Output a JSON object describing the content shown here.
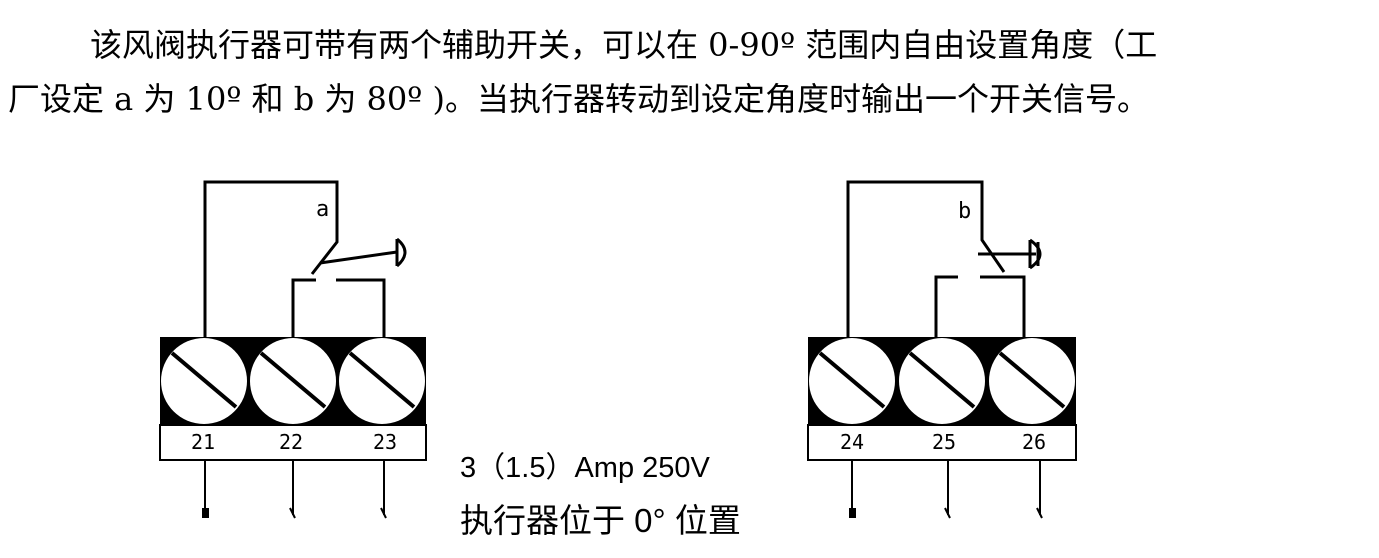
{
  "description": {
    "line1": "该风阀执行器可带有两个辅助开关，可以在 0-90º 范围内自由设置角度（工",
    "line2": "厂设定 a 为 10º 和 b 为 80º )。当执行器转动到设定角度时输出一个开关信号。"
  },
  "switch_a": {
    "label": "a",
    "terminals": [
      "21",
      "22",
      "23"
    ]
  },
  "switch_b": {
    "label": "b",
    "terminals": [
      "24",
      "25",
      "26"
    ]
  },
  "rating": "3（1.5）Amp 250V",
  "position_note": "执行器位于 0°  位置"
}
